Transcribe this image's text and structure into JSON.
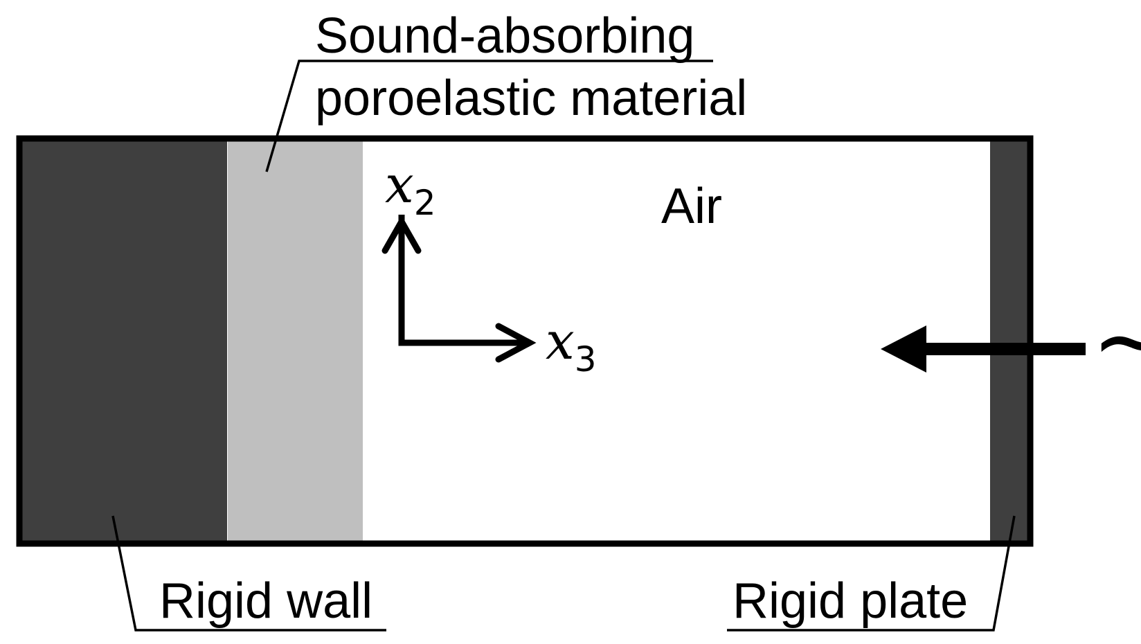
{
  "diagram": {
    "labels": {
      "absorber_line1": "Sound-absorbing",
      "absorber_line2": "poroelastic material",
      "air": "Air",
      "rigid_wall": "Rigid wall",
      "rigid_plate": "Rigid plate"
    },
    "axes": {
      "vertical_var": "x",
      "vertical_sub": "2",
      "horizontal_var": "x",
      "horizontal_sub": "3"
    },
    "source_symbol": "~",
    "colors": {
      "rigid": "#3f3f3f",
      "porous": "#bfbfbf",
      "air": "#ffffff",
      "outline": "#000000"
    }
  }
}
